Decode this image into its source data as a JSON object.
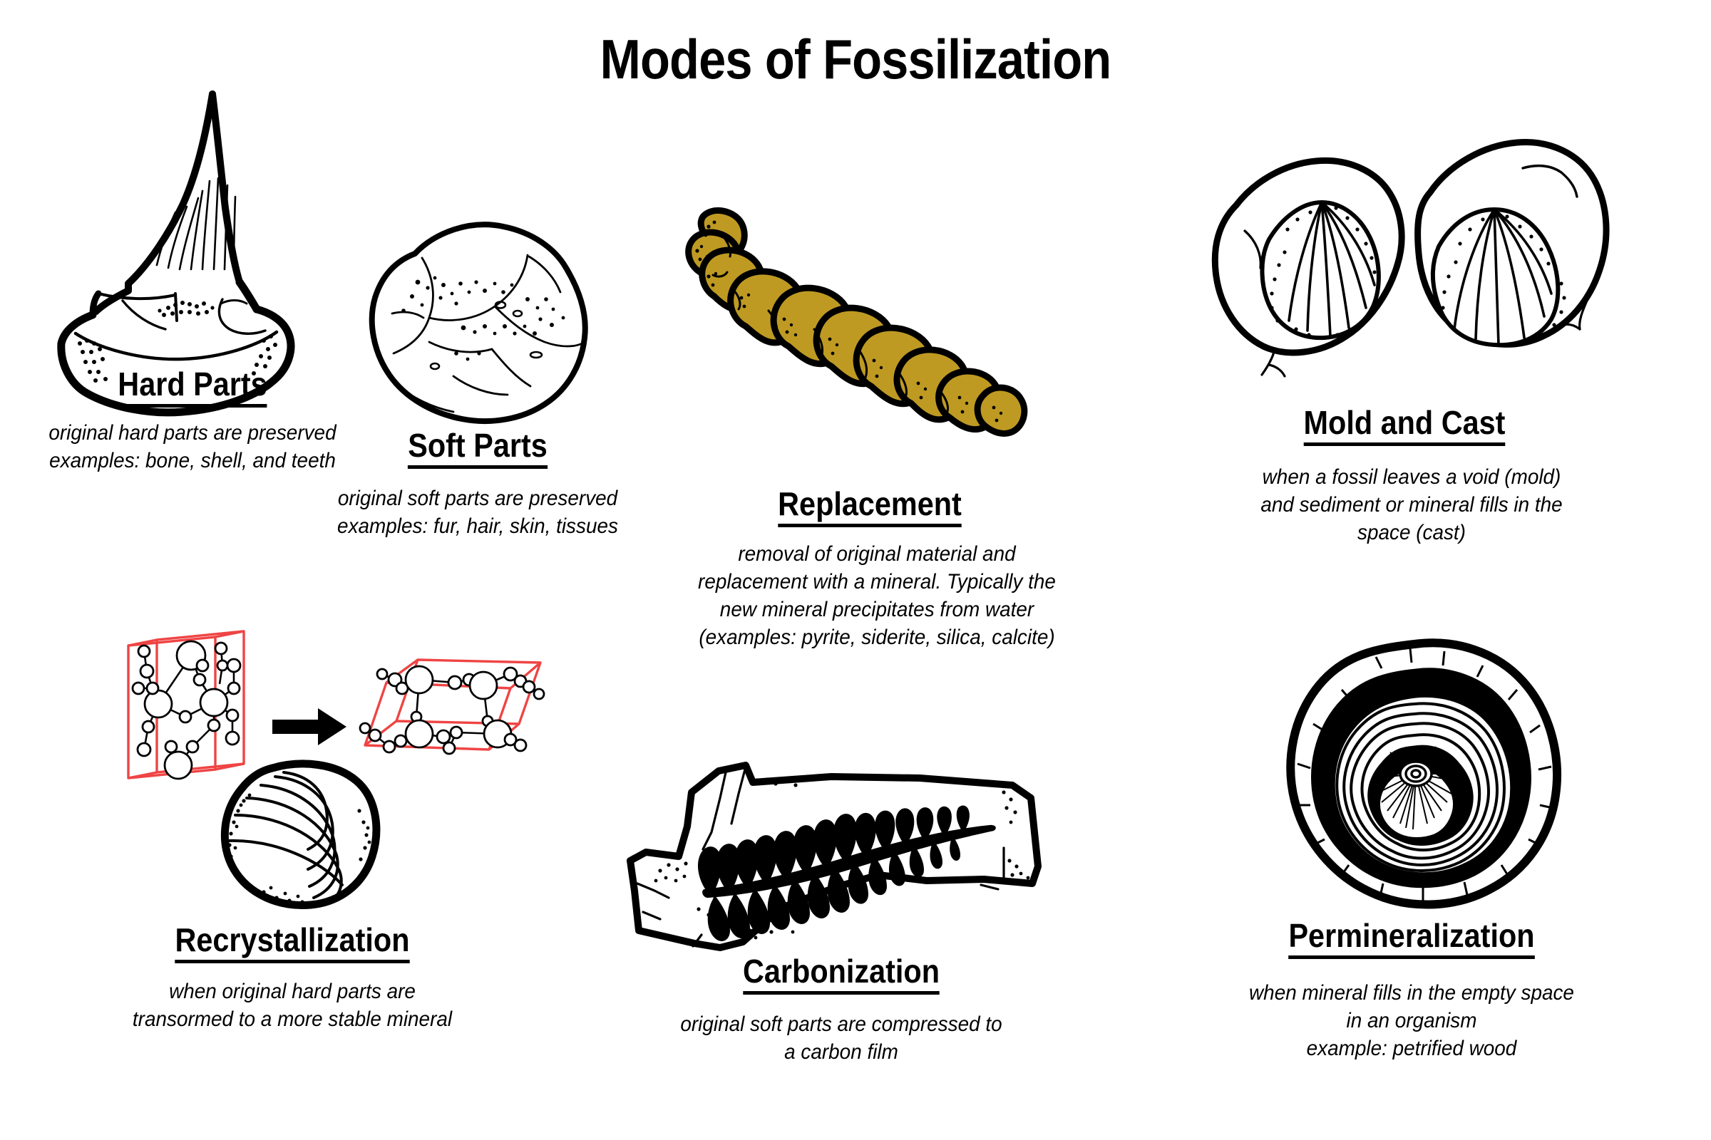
{
  "title": "Modes of Fossilization",
  "accent_colors": {
    "ink": "#000000",
    "replacement_mineral": "#bf9a22",
    "crystal_cell": "#ef4444",
    "background": "#ffffff"
  },
  "sections": [
    {
      "id": "hard-parts",
      "heading": "Hard Parts",
      "caption": "original hard parts are preserved\nexamples: bone, shell, and teeth",
      "illustration": "shark-tooth"
    },
    {
      "id": "soft-parts",
      "heading": "Soft Parts",
      "caption": "original soft parts are preserved\nexamples: fur, hair, skin, tissues",
      "illustration": "soft-tissue-blob"
    },
    {
      "id": "replacement",
      "heading": "Replacement",
      "caption": "removal of original material and\nreplacement with a mineral. Typically the\nnew mineral precipitates from water\n(examples: pyrite, siderite, silica, calcite)",
      "illustration": "pyritized-ammonite"
    },
    {
      "id": "mold-and-cast",
      "heading": "Mold and Cast",
      "caption": "when a fossil leaves a void (mold)\nand sediment or mineral fills in the\nspace (cast)",
      "illustration": "two-shell-impressions"
    },
    {
      "id": "recrystallization",
      "heading": "Recrystallization",
      "caption": "when original hard parts are\ntransormed to a more stable mineral",
      "illustration": "crystal-lattice-arrow-clam"
    },
    {
      "id": "carbonization",
      "heading": "Carbonization",
      "caption": "original soft parts are compressed to\na carbon film",
      "illustration": "fern-carbon-film"
    },
    {
      "id": "permineralization",
      "heading": "Permineralization",
      "caption": "when mineral fills in the empty space\nin an organism\nexample: petrified wood",
      "illustration": "petrified-wood-rings"
    }
  ]
}
